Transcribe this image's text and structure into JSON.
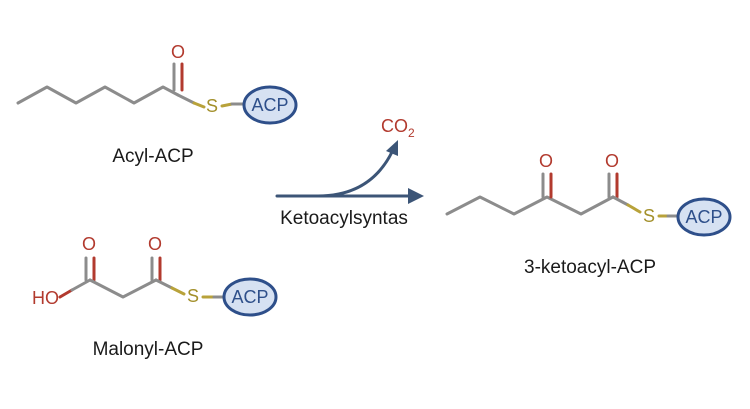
{
  "molecules": {
    "acyl_acp": {
      "label": "Acyl-ACP"
    },
    "malonyl_acp": {
      "label": "Malonyl-ACP"
    },
    "ketoacyl_acp": {
      "label": "3-ketoacyl-ACP"
    }
  },
  "atoms": {
    "oxygen": "O",
    "sulfur": "S",
    "hydroxyl": "HO",
    "acp": "ACP"
  },
  "reaction": {
    "enzyme": "Ketoacylsyntas",
    "byproduct": "CO",
    "byproduct_subscript": "2"
  },
  "colors": {
    "bond": "#8c8c8c",
    "oxygen": "#b23a2e",
    "sulfur": "#a3902b",
    "acp_fill": "#d6e1f2",
    "acp_stroke": "#2e4f8a",
    "arrow": "#3c5577"
  }
}
